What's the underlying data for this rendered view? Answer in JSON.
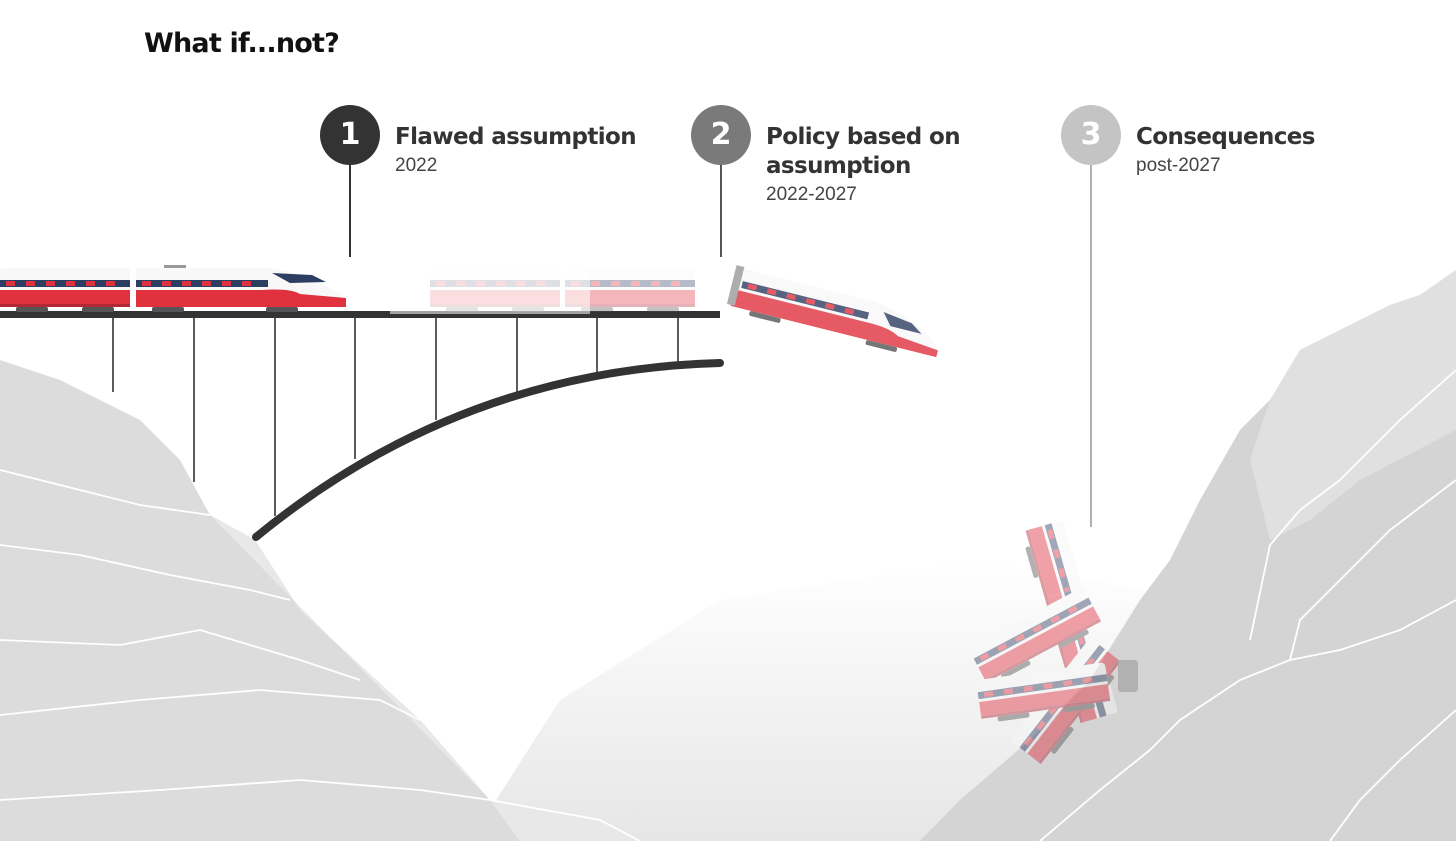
{
  "title": "What if...not?",
  "steps": [
    {
      "number": "1",
      "heading": "Flawed assumption",
      "period": "2022",
      "color": "#333333"
    },
    {
      "number": "2",
      "heading": "Policy based on assumption",
      "period": "2022-2027",
      "color": "#7a7a7a"
    },
    {
      "number": "3",
      "heading": "Consequences",
      "period": "post-2027",
      "color": "#c4c4c4"
    }
  ],
  "colors": {
    "train_red": "#e0313f",
    "train_white": "#f8f8f8",
    "window": "#2d3e63",
    "bridge": "#333333",
    "rock": "#dcdcdc"
  }
}
